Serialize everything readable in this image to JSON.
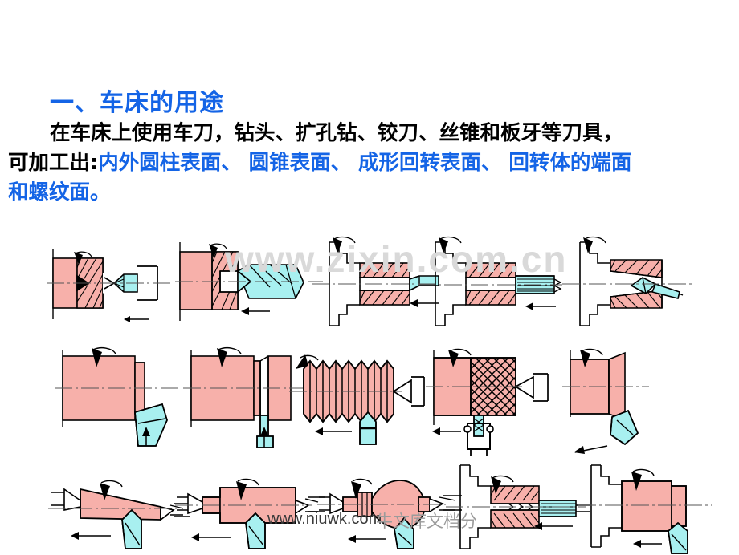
{
  "slide": {
    "heading": "一、车床的用途",
    "paragraph_line1": "在车床上使用车刀，钻头、扩孔钻、铰刀、丝锥和板牙等刀具，",
    "paragraph_line2_black": "可加工出:",
    "paragraph_line2_blue": "内外圆柱表面、 圆锥表面、 成形回转表面、 回转体的端面",
    "paragraph_line3_blue": "和螺纹面。",
    "heading_color": "#1464e6",
    "blue_color": "#1464e6",
    "text_color": "#000000",
    "background_color": "#ffffff"
  },
  "watermarks": {
    "top": "www.zixin.com.cn",
    "bottom_url": "www.niuwk.com",
    "bottom_cn": "牛文库文档分"
  },
  "figure_colors": {
    "workpiece_pink": "#f7b0aa",
    "tool_cyan": "#a8f0f0",
    "outline_black": "#000000",
    "centerline_gray": "#555555"
  },
  "figures": {
    "row1": [
      {
        "id": "center-drilling",
        "name": "中心孔钻削",
        "tool": "center-drill",
        "workpiece": "block-sectioned"
      },
      {
        "id": "drilling",
        "name": "钻孔",
        "tool": "twist-drill",
        "workpiece": "block-sectioned"
      },
      {
        "id": "boring",
        "name": "镗孔 / 车内孔",
        "tool": "boring-bar",
        "workpiece": "chuck-sleeve"
      },
      {
        "id": "reaming",
        "name": "铰孔",
        "tool": "reamer",
        "workpiece": "chuck-sleeve"
      },
      {
        "id": "internal-taper",
        "name": "车内锥面",
        "tool": "internal-taper-tool",
        "workpiece": "chuck-taper-bore"
      }
    ],
    "row2": [
      {
        "id": "facing",
        "name": "车端面",
        "tool": "facing-tool",
        "workpiece": "block"
      },
      {
        "id": "grooving",
        "name": "切槽 / 切断",
        "tool": "parting-tool",
        "workpiece": "block-grooved"
      },
      {
        "id": "thread-cutting",
        "name": "车外螺纹",
        "tool": "thread-tool",
        "workpiece": "threaded-shaft"
      },
      {
        "id": "knurling",
        "name": "滚花",
        "tool": "knurling-wheel",
        "workpiece": "knurled-shaft"
      },
      {
        "id": "taper-turning",
        "name": "车外锥面",
        "tool": "taper-tool",
        "workpiece": "taper-block"
      }
    ],
    "row3": [
      {
        "id": "taper-shaft-turning",
        "name": "车圆锥体",
        "tool": "turning-tool",
        "workpiece": "taper-shaft"
      },
      {
        "id": "cylindrical-turning",
        "name": "车外圆柱面",
        "tool": "turning-tool",
        "workpiece": "cylinder-shaft"
      },
      {
        "id": "form-turning",
        "name": "车成形面",
        "tool": "form-tool",
        "workpiece": "form-shaft"
      },
      {
        "id": "tapping",
        "name": "攻螺纹 / 丝锥",
        "tool": "tap",
        "workpiece": "chuck-bore"
      },
      {
        "id": "shoulder-turning",
        "name": "车台阶面",
        "tool": "turning-tool",
        "workpiece": "chuck-step"
      }
    ]
  }
}
